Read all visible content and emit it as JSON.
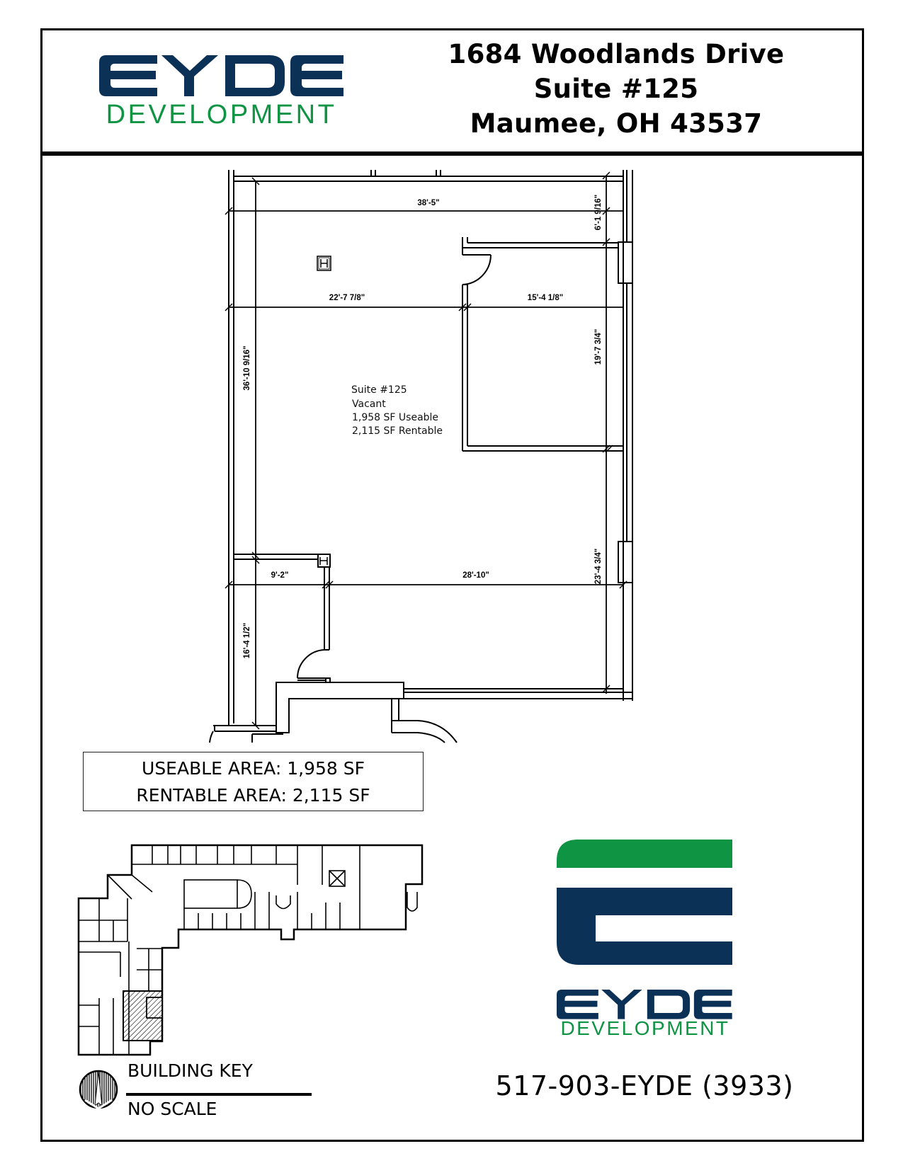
{
  "brand": {
    "wordmark": "EYDE",
    "subtitle": "DEVELOPMENT",
    "colors": {
      "navy": "#0c3157",
      "green": "#0f9444"
    }
  },
  "address": {
    "line1": "1684 Woodlands Drive",
    "line2": "Suite #125",
    "line3": "Maumee, OH 43537"
  },
  "floor_plan": {
    "dimensions": {
      "top_width": "38'-5\"",
      "top_right_height": "6'-1 9/16\"",
      "upper_left_width": "22'-7 7/8\"",
      "upper_right_width": "15'-4 1/8\"",
      "right_room_height": "19'-7 3/4\"",
      "left_height": "36'-10 9/16\"",
      "lower_left_width": "9'-2\"",
      "lower_right_width": "28'-10\"",
      "right_lower_height": "23'-4 3/4\"",
      "lower_left_height": "16'-4 1/2\""
    },
    "room_label": {
      "suite": "Suite #125",
      "status": "Vacant",
      "useable": "1,958 SF Useable",
      "rentable": "2,115 SF Rentable"
    },
    "symbols": [
      "H",
      "H"
    ]
  },
  "area_summary": {
    "useable": "USEABLE AREA: 1,958 SF",
    "rentable": "RENTABLE AREA: 2,115 SF"
  },
  "building_key": {
    "title": "BUILDING KEY",
    "scale": "NO SCALE"
  },
  "contact": {
    "phone": "517-903-EYDE (3933)"
  }
}
